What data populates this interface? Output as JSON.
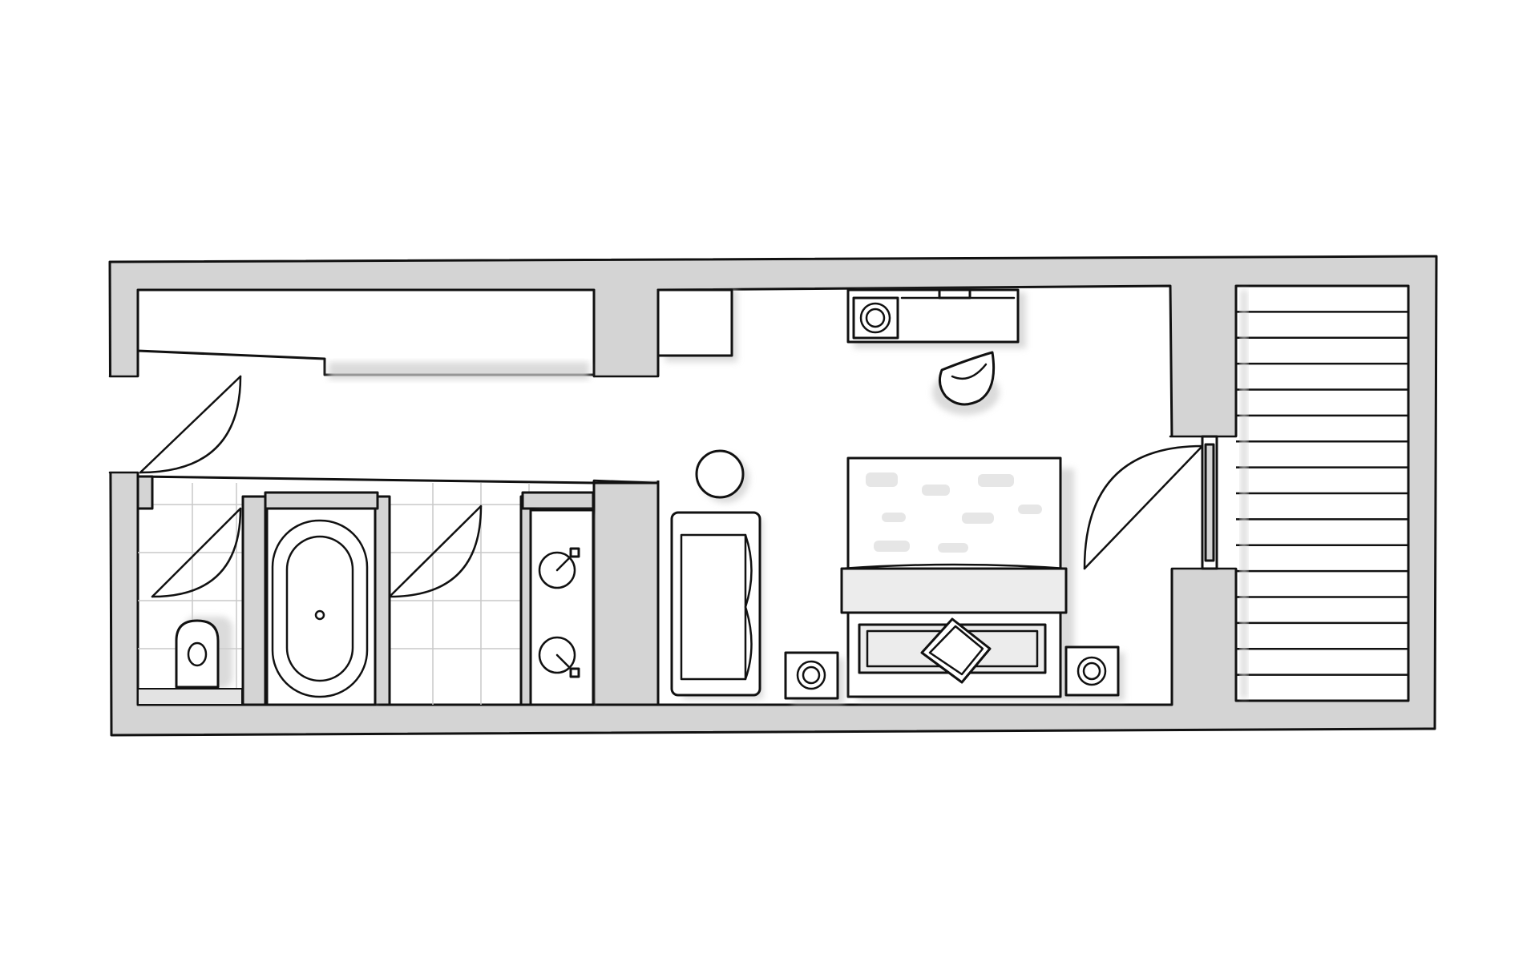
{
  "plan": {
    "rooms": [
      "corridor",
      "toilet",
      "bathroom",
      "vanity",
      "bedroom",
      "balcony"
    ],
    "furniture": [
      "door",
      "toilet",
      "bathtub",
      "double-sink",
      "desk",
      "chair",
      "sofa",
      "side-table",
      "double-bed",
      "nightstand",
      "balcony-door",
      "decking"
    ],
    "colors": {
      "wall_fill": "#d4d4d4",
      "line": "#111111",
      "shadow": "#cfcfcf",
      "tile_grid": "#c9c9c9",
      "background": "#ffffff"
    }
  }
}
